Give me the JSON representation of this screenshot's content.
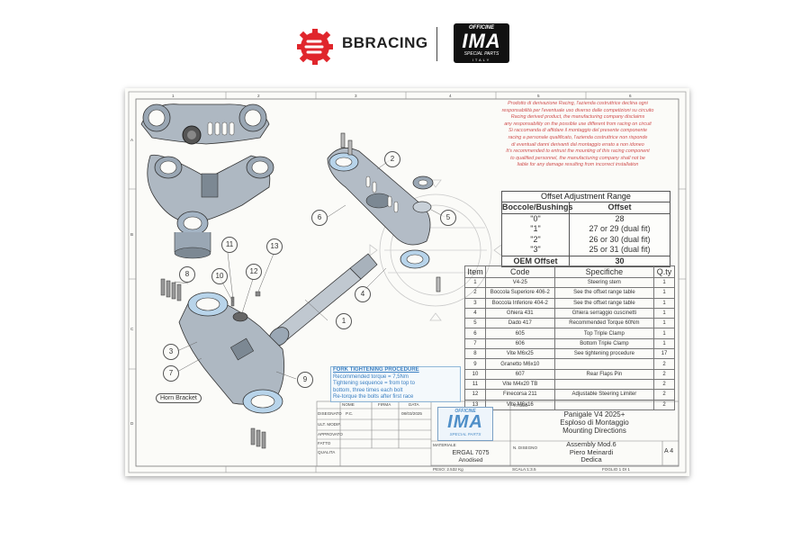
{
  "header": {
    "brand_left": "BBRACING",
    "brand_right": {
      "top": "OFFICINE",
      "main": "IMA",
      "sub": "SPECIAL PARTS",
      "country": "ITALY"
    },
    "colors": {
      "bbracing_red": "#e0262c",
      "ima_black": "#111111"
    }
  },
  "drawing": {
    "grid_cols": [
      "1",
      "2",
      "3",
      "4",
      "5",
      "6"
    ],
    "grid_rows": [
      "A",
      "B",
      "C",
      "D"
    ],
    "disclaimer_lines": [
      "Prodotto di derivazione Racing, l'azienda costruttrice declina ogni",
      "responsabilità per l'eventuale uso diverso dalle competizioni su circuito",
      "Racing derived product, the manufacturing company disclaims",
      "any responsability on the possible use different from racing on circuit",
      "Si raccomanda di affidare il montaggio del presente componente",
      "racing a personale qualificato, l'azienda costruttrice non risponde",
      "di eventuali danni derivanti dal montaggio errato a non idoneo",
      "It's recommended to entrust the mounting of this racing component",
      "to qualified personnel, the manufacturing company shall not be",
      "liable for any damage resulting from incorrect installation"
    ],
    "offset_table": {
      "title": "Offset Adjustment Range",
      "headers": [
        "Boccole/Bushings",
        "Offset"
      ],
      "rows": [
        [
          "\"0\"",
          "28"
        ],
        [
          "\"1\"",
          "27 or 29 (dual fit)"
        ],
        [
          "\"2\"",
          "26 or 30 (dual fit)"
        ],
        [
          "\"3\"",
          "25 or 31 (dual fit)"
        ]
      ],
      "footer": [
        "OEM Offset",
        "30"
      ]
    },
    "parts_table": {
      "headers": [
        "Item",
        "Code",
        "Specifiche",
        "Q.ty"
      ],
      "rows": [
        [
          "1",
          "V4-25",
          "Steering stem",
          "1"
        ],
        [
          "2",
          "Boccola Superiore 406-2",
          "See the offset range table",
          "1"
        ],
        [
          "3",
          "Boccola Inferiore 404-2",
          "See the offset range table",
          "1"
        ],
        [
          "4",
          "Ghiera 431",
          "Ghiera serraggio cuscinetti",
          "1"
        ],
        [
          "5",
          "Dado 417",
          "Recommended Torque 60Nm",
          "1"
        ],
        [
          "6",
          "605",
          "Top Triple Clamp",
          "1"
        ],
        [
          "7",
          "606",
          "Bottom Triple Clamp",
          "1"
        ],
        [
          "8",
          "Vite M6x25",
          "See tightening procedure",
          "17"
        ],
        [
          "9",
          "Granetto M6x10",
          "",
          "2"
        ],
        [
          "10",
          "607",
          "Rear Flaps Pin",
          "2"
        ],
        [
          "11",
          "Vite M4x20 TB",
          "",
          "2"
        ],
        [
          "12",
          "Finecorsa 211",
          "Adjustable Steering Limiter",
          "2"
        ],
        [
          "13",
          "Vite M6x16",
          "",
          "2"
        ]
      ]
    },
    "torque_note": {
      "title": "FORK TIGHTENING PROCEDURE",
      "lines": [
        "Recommended torque = 7,5Nm",
        "Tightening sequence = from top to",
        "bottom, three times each bolt",
        "Re-torque the bolts after first race"
      ]
    },
    "horn_bracket": "Horn Bracket",
    "callouts": [
      "1",
      "2",
      "3",
      "4",
      "5",
      "6",
      "7",
      "8",
      "9",
      "10",
      "11",
      "12",
      "13"
    ],
    "title_block": {
      "col_headers": [
        "NOME",
        "FIRMA",
        "DATA"
      ],
      "row_labels": [
        "DISEGNATO",
        "ULT. MODIF.",
        "APPROVATO",
        "FATTO",
        "QUALITA"
      ],
      "designer": "P.C.",
      "date": "08/03/2025",
      "logo": {
        "top": "OFFICINE",
        "main": "IMA",
        "sub": "SPECIAL PARTS"
      },
      "titolo_label": "TITOLO",
      "title_lines": [
        "Panigale V4 2025+",
        "Esploso di Montaggio",
        "Mounting Directions"
      ],
      "materiale_label": "MATERIALE",
      "material": "ERGAL 7075",
      "finish": "Anodised",
      "disegno_label": "N. DISEGNO",
      "drawing_lines": [
        "Assembly Mod.6",
        "Piero Meinardi",
        "Dedica"
      ],
      "sheet_size": "A 4",
      "peso": "PESO: 2.532 Kg",
      "scala": "SCALA:1:3.5",
      "foglio": "FOGLIO 1 DI 1"
    }
  }
}
